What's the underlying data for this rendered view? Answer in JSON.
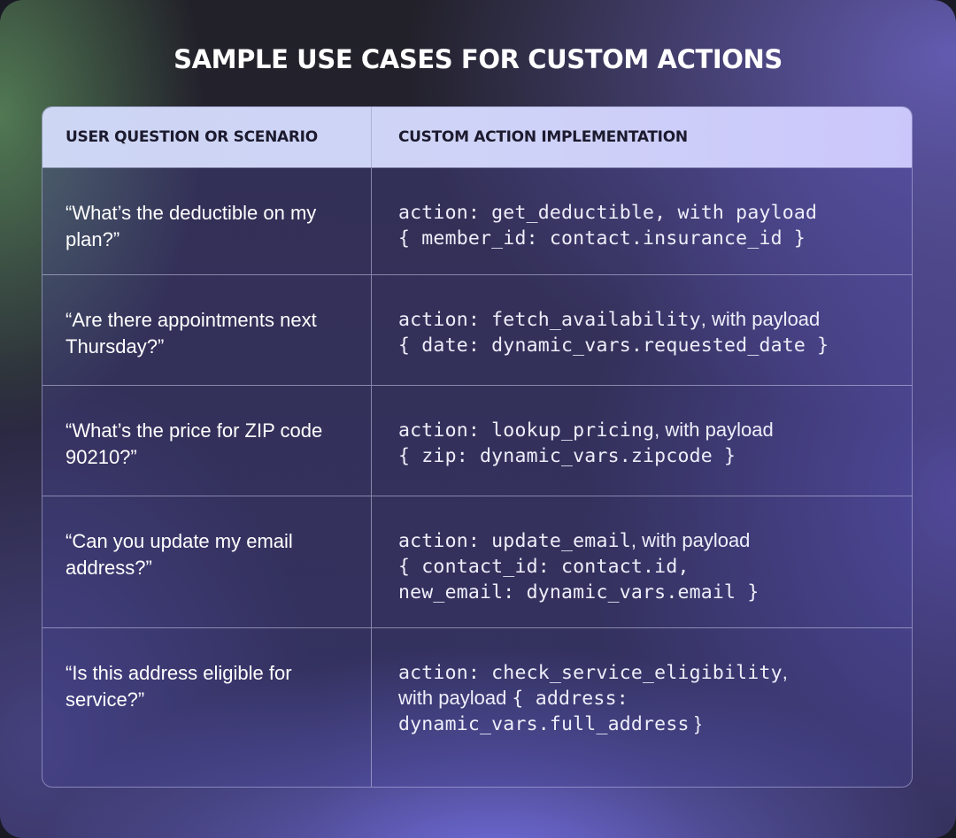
{
  "title": "SAMPLE USE CASES FOR CUSTOM ACTIONS",
  "table": {
    "headers": [
      "USER QUESTION OR SCENARIO",
      "CUSTOM ACTION IMPLEMENTATION"
    ],
    "rows": [
      {
        "question": "“What’s the deductible on my plan?”",
        "action": [
          {
            "code": "action: get_deductible, with payload"
          },
          {
            "code": "{ member_id: contact.insurance_id }"
          }
        ]
      },
      {
        "question": "“Are there appointments next Thursday?”",
        "action": [
          {
            "code": "action: fetch_availability",
            "text": ", with payload"
          },
          {
            "code": "{ date: dynamic_vars.requested_date }"
          }
        ]
      },
      {
        "question": "“What’s the price for ZIP code 90210?”",
        "action": [
          {
            "code": "action: lookup_pricing",
            "text": ", with payload"
          },
          {
            "code": "{ zip: dynamic_vars.zipcode }"
          }
        ]
      },
      {
        "question": "“Can you update my email address?”",
        "action": [
          {
            "code": "action: update_email",
            "text": ", with payload"
          },
          {
            "code": "{ contact_id: contact.id,"
          },
          {
            "code": "new_email: dynamic_vars.email }"
          }
        ]
      },
      {
        "question": "“Is this address eligible for service?”",
        "action": [
          {
            "code": "action: check_service_eligibility",
            "text": ","
          },
          {
            "text": "with payload ",
            "code": "{ address:"
          },
          {
            "code": "dynamic_vars.full_address",
            "text": " }"
          }
        ]
      }
    ]
  }
}
